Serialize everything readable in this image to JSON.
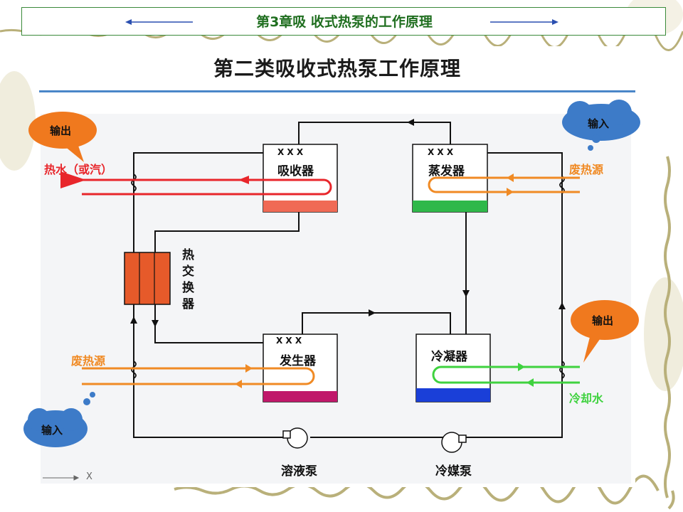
{
  "header": {
    "title": "第3章吸  收式热泵的工作原理"
  },
  "figure": {
    "title": "第二类吸收式热泵工作原理",
    "components": {
      "absorber": "吸收器",
      "evaporator": "蒸发器",
      "heat_exchanger": [
        "热",
        "交",
        "换",
        "器"
      ],
      "generator": "发生器",
      "condenser": "冷凝器",
      "solution_pump": "溶液泵",
      "refrigerant_pump": "冷媒泵"
    },
    "streams": {
      "hot_water_out": "热水（或汽）",
      "waste_heat_top": "废热源",
      "waste_heat_bottom": "废热源",
      "cooling_water": "冷却水"
    },
    "bubbles": {
      "output_top_left": "输出",
      "input_top_right": "输入",
      "output_right": "输出",
      "input_bottom_left": "输入"
    },
    "marks": {
      "xxx": "X X X",
      "axis_x": "X"
    }
  },
  "colors": {
    "red": "#e8262b",
    "orange": "#f08a24",
    "green": "#3fd23f",
    "bubble_orange": "#f0791e",
    "bubble_blue": "#3d7bc8",
    "header_green": "#1f6e1f"
  }
}
